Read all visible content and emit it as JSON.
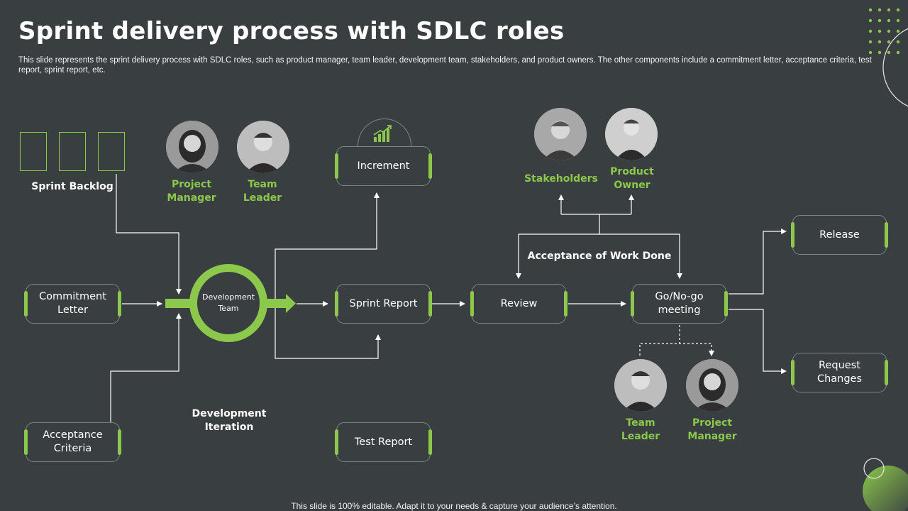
{
  "title": "Sprint delivery process with SDLC roles",
  "description": "This slide represents the sprint delivery process with SDLC roles, such as product manager, team leader, development team, stakeholders, and product owners. The other components include a commitment letter, acceptance criteria, test report, sprint report, etc.",
  "footer": "This slide is 100% editable. Adapt it to your needs & capture your audience’s attention.",
  "backlog_label": "Sprint Backlog",
  "roles_top_left": {
    "pm": "Project Manager",
    "tl": "Team Leader"
  },
  "roles_top_right": {
    "stakeholders": "Stakeholders",
    "po": "Product Owner"
  },
  "roles_bottom_right": {
    "tl": "Team Leader",
    "pm": "Project Manager"
  },
  "boxes": {
    "commitment": "Commitment Letter",
    "acceptance": "Acceptance Criteria",
    "increment": "Increment",
    "sprint_report": "Sprint Report",
    "test_report": "Test Report",
    "review": "Review",
    "gonogo": "Go/No-go meeting",
    "release": "Release",
    "request": "Request Changes"
  },
  "dev_team": "Development Team",
  "dev_iteration": "Development Iteration",
  "acceptance_work": "Acceptance of Work Done",
  "colors": {
    "accent": "#8cc84b",
    "background": "#393e41"
  }
}
